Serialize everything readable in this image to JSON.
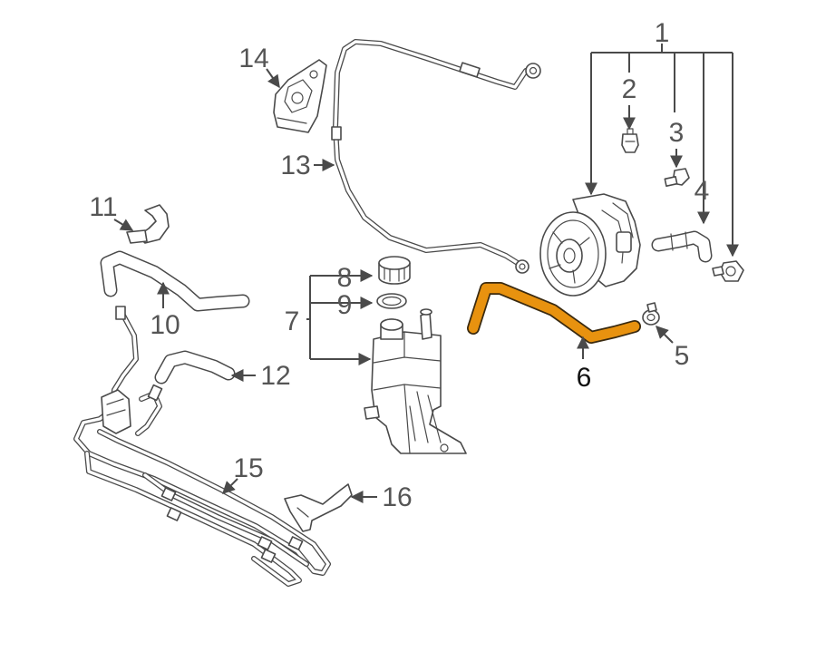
{
  "callouts": {
    "c1": "1",
    "c2": "2",
    "c3": "3",
    "c4": "4",
    "c5": "5",
    "c6": "6",
    "c7": "7",
    "c8": "8",
    "c9": "9",
    "c10": "10",
    "c11": "11",
    "c12": "12",
    "c13": "13",
    "c14": "14",
    "c15": "15",
    "c16": "16"
  },
  "highlight_part": "6",
  "colors": {
    "highlight": "#e8920f",
    "line": "#4a4a4a",
    "label": "#555555"
  }
}
